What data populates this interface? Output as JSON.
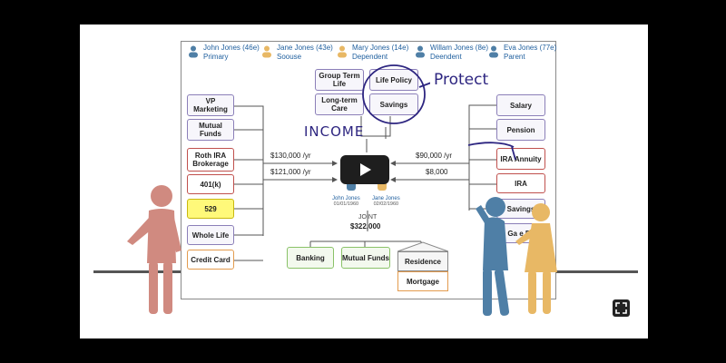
{
  "family": [
    {
      "name": "John Jones (46e)",
      "role": "Primary",
      "color": "#4f7fa6"
    },
    {
      "name": "Jane Jones (43e)",
      "role": "Soouse",
      "color": "#e8b865"
    },
    {
      "name": "Mary Jones (14e)",
      "role": "Dependent",
      "color": "#e8b865"
    },
    {
      "name": "Willam Jones (8e)",
      "role": "Deendent",
      "color": "#4f7fa6"
    },
    {
      "name": "Eva Jones (77e)",
      "role": "Parent",
      "color": "#4f7fa6"
    }
  ],
  "left_assets": {
    "income": [
      "VP Marketing",
      "Mutual Funds"
    ],
    "savings": [
      "Roth IRA Brokerage",
      "401(k)",
      "529",
      "Whole Life",
      "Credit Card"
    ]
  },
  "right_assets": {
    "income": [
      "Salary",
      "Pension"
    ],
    "savings": [
      "IRA Annuity",
      "IRA",
      "Savings",
      "Ga e Fu"
    ]
  },
  "center_top": {
    "protect": [
      "Group Term Life",
      "Long-term Care"
    ],
    "life": [
      "Life Policy",
      "Savings"
    ]
  },
  "flows": {
    "left_income": "$130,000 /yr",
    "left_savings": "$121,000 /yr",
    "right_income": "$90,000 /yr",
    "right_savings": "$8,000"
  },
  "couple": {
    "john": {
      "name": "John Jones",
      "dob": "01/01/1960"
    },
    "jane": {
      "name": "Jane Jones",
      "dob": "02/02/1960"
    }
  },
  "joint": {
    "label": "JOINT",
    "value": "$322,000"
  },
  "joint_assets": [
    "Banking",
    "Mutual Funds",
    "Residence",
    "Mortgage"
  ],
  "handwriting": {
    "protect": "Protect",
    "income": "INCOME"
  },
  "colors": {
    "blue": "#4f7fa6",
    "gold": "#e8b865",
    "salmon": "#d08a80",
    "ink": "#2d2580"
  }
}
